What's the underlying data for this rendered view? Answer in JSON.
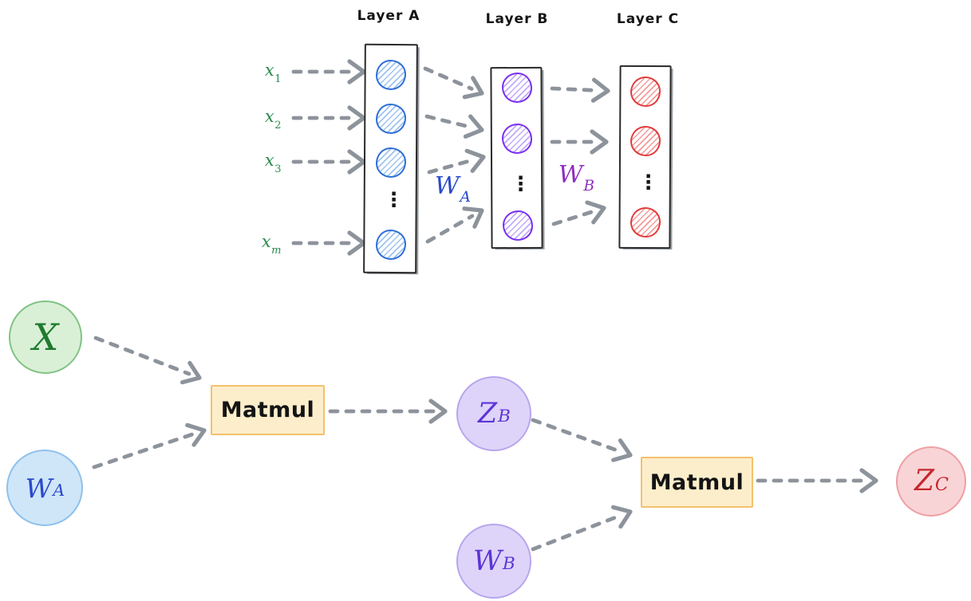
{
  "diagram": {
    "network": {
      "layer_titles": [
        "Layer A",
        "Layer B",
        "Layer C"
      ],
      "inputs": [
        {
          "base": "x",
          "sub": "1"
        },
        {
          "base": "x",
          "sub": "2"
        },
        {
          "base": "x",
          "sub": "3"
        },
        {
          "base": "x",
          "sub": "m"
        }
      ],
      "ellipsis": "⋮",
      "weight_a": {
        "base": "W",
        "sub": "A"
      },
      "weight_b": {
        "base": "W",
        "sub": "B"
      }
    },
    "graph": {
      "node_x": {
        "base": "X"
      },
      "node_wa": {
        "base": "W",
        "sub": "A"
      },
      "matmul_1": "Matmul",
      "node_zb": {
        "base": "Z",
        "sub": "B"
      },
      "node_wb": {
        "base": "W",
        "sub": "B"
      },
      "matmul_2": "Matmul",
      "node_zc": {
        "base": "Z",
        "sub": "C"
      }
    }
  },
  "colors": {
    "arrow_gray": "#8d939b",
    "input_green": "#2e8b50",
    "weight_blue": "#2b49cc",
    "weight_purple": "#8e2fc0",
    "graph_purple": "#5d35d6",
    "node_red": "#c4272e",
    "matmul_fill": "#fdeecb",
    "matmul_border": "#f3c16b"
  }
}
